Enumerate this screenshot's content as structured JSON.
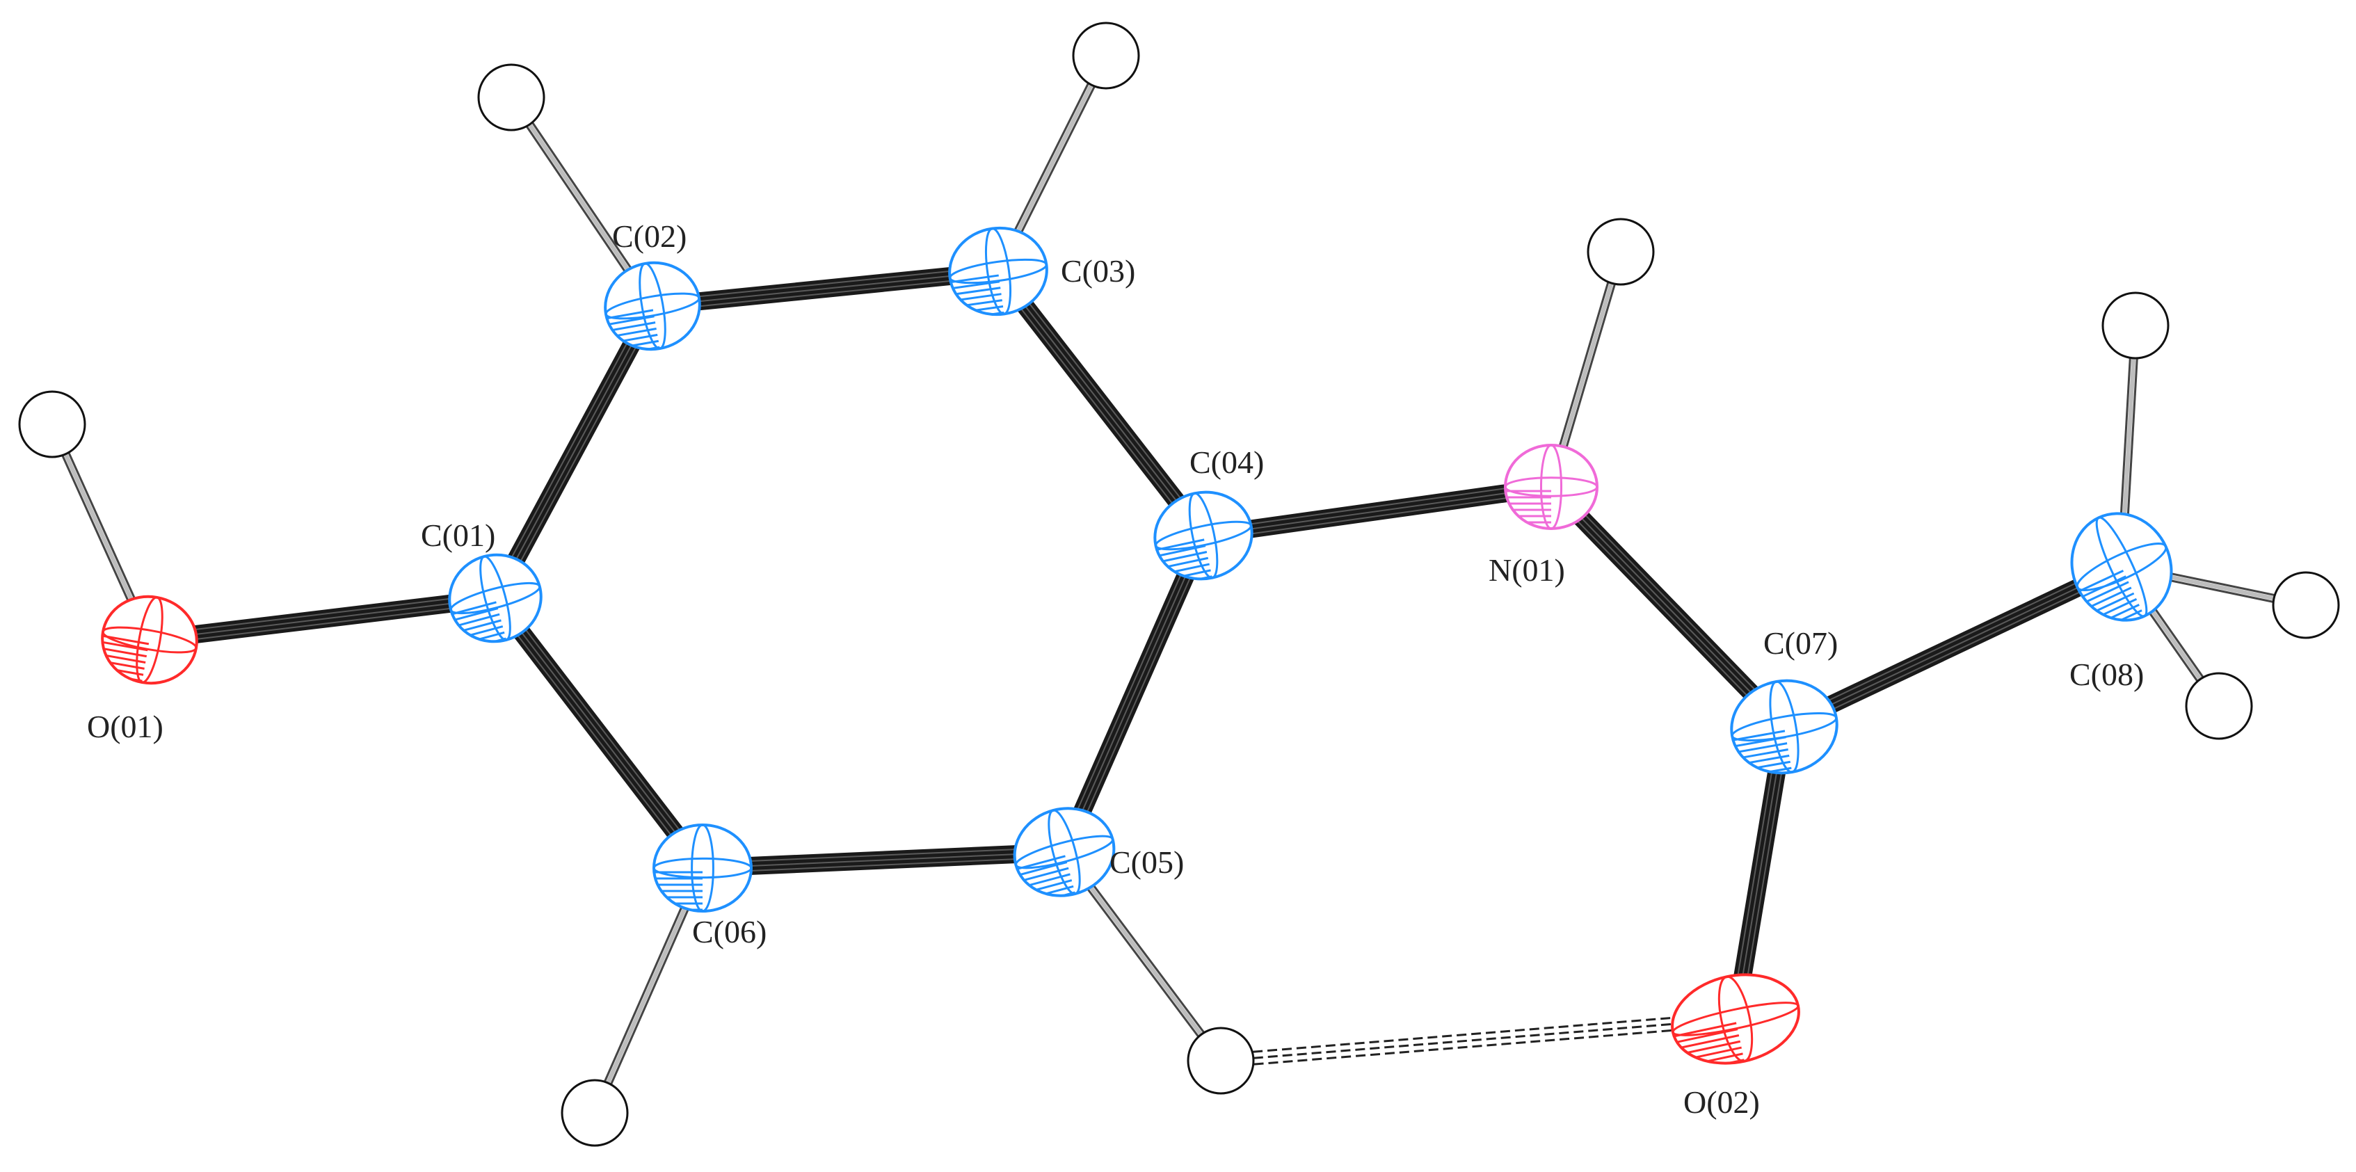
{
  "colors": {
    "carbon": "#1e90ff",
    "oxygen": "#ff2a2a",
    "nitrogen": "#f06ad8",
    "hydrogen": "#111111",
    "bond": "#1a1a1a"
  },
  "atoms": [
    {
      "id": "C01",
      "label": "C(01)",
      "element": "C"
    },
    {
      "id": "C02",
      "label": "C(02)",
      "element": "C"
    },
    {
      "id": "C03",
      "label": "C(03)",
      "element": "C"
    },
    {
      "id": "C04",
      "label": "C(04)",
      "element": "C"
    },
    {
      "id": "C05",
      "label": "C(05)",
      "element": "C"
    },
    {
      "id": "C06",
      "label": "C(06)",
      "element": "C"
    },
    {
      "id": "C07",
      "label": "C(07)",
      "element": "C"
    },
    {
      "id": "C08",
      "label": "C(08)",
      "element": "C"
    },
    {
      "id": "N01",
      "label": "N(01)",
      "element": "N"
    },
    {
      "id": "O01",
      "label": "O(01)",
      "element": "O"
    },
    {
      "id": "O02",
      "label": "O(02)",
      "element": "O"
    },
    {
      "id": "H_O01",
      "label": "",
      "element": "H"
    },
    {
      "id": "H_C02",
      "label": "",
      "element": "H"
    },
    {
      "id": "H_C03",
      "label": "",
      "element": "H"
    },
    {
      "id": "H_N01",
      "label": "",
      "element": "H"
    },
    {
      "id": "H_C05",
      "label": "",
      "element": "H"
    },
    {
      "id": "H_C06",
      "label": "",
      "element": "H"
    },
    {
      "id": "H_C08a",
      "label": "",
      "element": "H"
    },
    {
      "id": "H_C08b",
      "label": "",
      "element": "H"
    },
    {
      "id": "H_C08c",
      "label": "",
      "element": "H"
    }
  ],
  "bonds": [
    {
      "from": "C01",
      "to": "C02",
      "type": "heavy"
    },
    {
      "from": "C02",
      "to": "C03",
      "type": "heavy"
    },
    {
      "from": "C03",
      "to": "C04",
      "type": "heavy"
    },
    {
      "from": "C04",
      "to": "C05",
      "type": "heavy"
    },
    {
      "from": "C05",
      "to": "C06",
      "type": "heavy"
    },
    {
      "from": "C06",
      "to": "C01",
      "type": "heavy"
    },
    {
      "from": "C01",
      "to": "O01",
      "type": "heavy"
    },
    {
      "from": "C04",
      "to": "N01",
      "type": "heavy"
    },
    {
      "from": "N01",
      "to": "C07",
      "type": "heavy"
    },
    {
      "from": "C07",
      "to": "C08",
      "type": "heavy"
    },
    {
      "from": "C07",
      "to": "O02",
      "type": "heavy"
    },
    {
      "from": "O01",
      "to": "H_O01",
      "type": "hydrogen"
    },
    {
      "from": "C02",
      "to": "H_C02",
      "type": "hydrogen"
    },
    {
      "from": "C03",
      "to": "H_C03",
      "type": "hydrogen"
    },
    {
      "from": "N01",
      "to": "H_N01",
      "type": "hydrogen"
    },
    {
      "from": "C05",
      "to": "H_C05",
      "type": "hydrogen"
    },
    {
      "from": "C06",
      "to": "H_C06",
      "type": "hydrogen"
    },
    {
      "from": "C08",
      "to": "H_C08a",
      "type": "hydrogen"
    },
    {
      "from": "C08",
      "to": "H_C08b",
      "type": "hydrogen"
    },
    {
      "from": "C08",
      "to": "H_C08c",
      "type": "hydrogen"
    },
    {
      "from": "H_C05",
      "to": "O02",
      "type": "hbond"
    }
  ]
}
